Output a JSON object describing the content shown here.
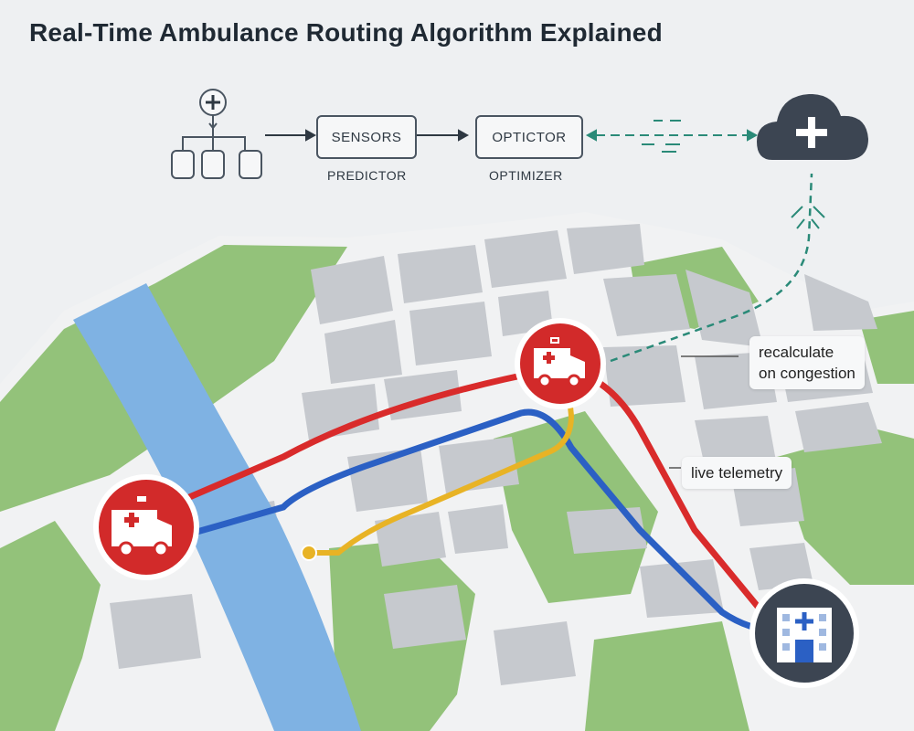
{
  "title": "Real-Time Ambulance Routing Algorithm Explained",
  "pipeline": {
    "box1_label": "SENSORS",
    "box1_caption": "PREDICTOR",
    "box2_label": "OPTICTOR",
    "box2_caption": "OPTIMIZER"
  },
  "callouts": {
    "recalculate": "recalculate\non congestion",
    "telemetry": "live telemetry"
  },
  "icons": {
    "cloud": "medical-cloud-icon",
    "ambulance": "ambulance-icon",
    "hospital": "hospital-icon",
    "hub": "medical-plus-icon"
  },
  "colors": {
    "route_red": "#d92b2b",
    "route_blue": "#2b60c4",
    "route_yellow": "#e8b325",
    "water": "#7fb2e3",
    "park": "#8fbf74",
    "block": "#c4c7cc",
    "cloud": "#3c4552",
    "teal_link": "#2a8a78"
  }
}
